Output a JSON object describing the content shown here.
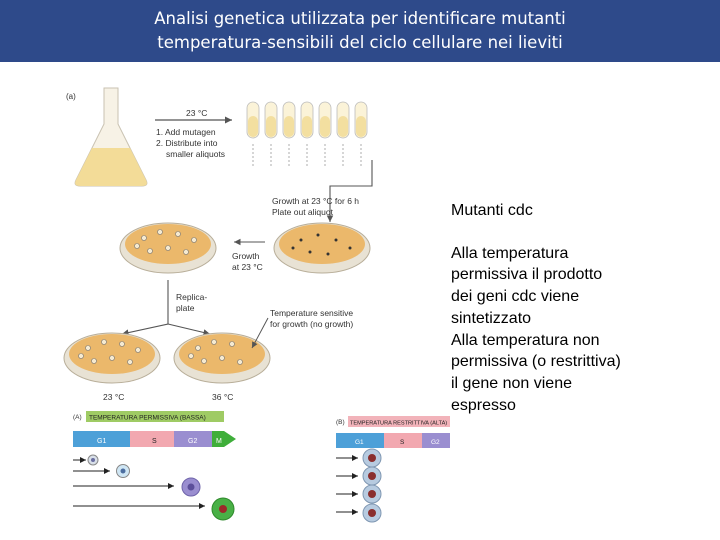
{
  "title": {
    "line1": "Analisi genetica utilizzata per identificare mutanti",
    "line2": "temperatura-sensibili del ciclo cellulare nei lieviti"
  },
  "figure": {
    "panel_a": "(a)",
    "temp_23": "23 °C",
    "step1": "1. Add mutagen",
    "step2a": "2. Distribute into",
    "step2b": "smaller aliquots",
    "growth1a": "Growth at 23 °C for 6 h",
    "growth1b": "Plate out aliquot",
    "growth2a": "Growth",
    "growth2b": "at 23 °C",
    "replica_a": "Replica-",
    "replica_b": "plate",
    "ts_a": "Temperature sensitive",
    "ts_b": "for growth (no growth)",
    "plate_23": "23 °C",
    "plate_36": "36 °C",
    "panel_A": "(A)",
    "permissive": "TEMPERATURA PERMISSIVA (BASSA)",
    "panel_B": "(B)",
    "restrictive": "TEMPERATURA RESTRITTIVA (ALTA)",
    "phase_g1": "G1",
    "phase_s": "S",
    "phase_g2": "G2",
    "phase_m": "M"
  },
  "side": {
    "heading": "Mutanti cdc",
    "line1": "Alla temperatura",
    "line2": "permissiva il prodotto",
    "line3": "dei geni cdc viene",
    "line4": "sintetizzato",
    "line5": "Alla temperatura non",
    "line6": "permissiva (o restrittiva)",
    "line7": "il gene non viene",
    "line8": "espresso"
  },
  "colors": {
    "header": "#2e4a8a",
    "g1": "#4da0d8",
    "s": "#f2a8b0",
    "g2": "#9a8ed0",
    "m": "#3fae3a",
    "plate_agar": "#ebb86b"
  }
}
